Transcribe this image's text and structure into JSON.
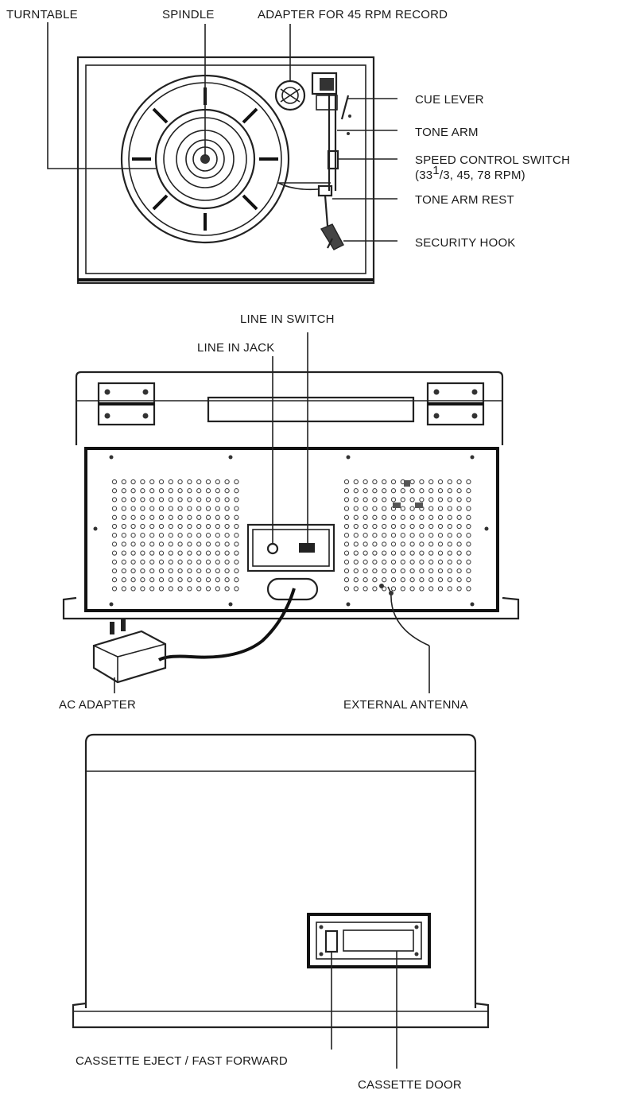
{
  "top_view": {
    "labels": {
      "turntable": "TURNTABLE",
      "spindle": "SPINDLE",
      "adapter_45": "ADAPTER FOR 45 RPM RECORD",
      "cue_lever": "CUE LEVER",
      "tone_arm": "TONE ARM",
      "speed_control_switch": "SPEED CONTROL SWITCH",
      "speed_values_prefix": "(33",
      "speed_values_sup": "1",
      "speed_values_suffix": "/3, 45, 78 RPM)",
      "tone_arm_rest": "TONE ARM REST",
      "security_hook": "SECURITY HOOK"
    }
  },
  "rear_view": {
    "labels": {
      "line_in_switch": "LINE IN SWITCH",
      "line_in_jack": "LINE IN JACK",
      "ac_adapter": "AC ADAPTER",
      "external_antenna": "EXTERNAL ANTENNA"
    }
  },
  "side_view": {
    "labels": {
      "cassette_eject": "CASSETTE EJECT / FAST FORWARD",
      "cassette_door": "CASSETTE DOOR"
    }
  }
}
